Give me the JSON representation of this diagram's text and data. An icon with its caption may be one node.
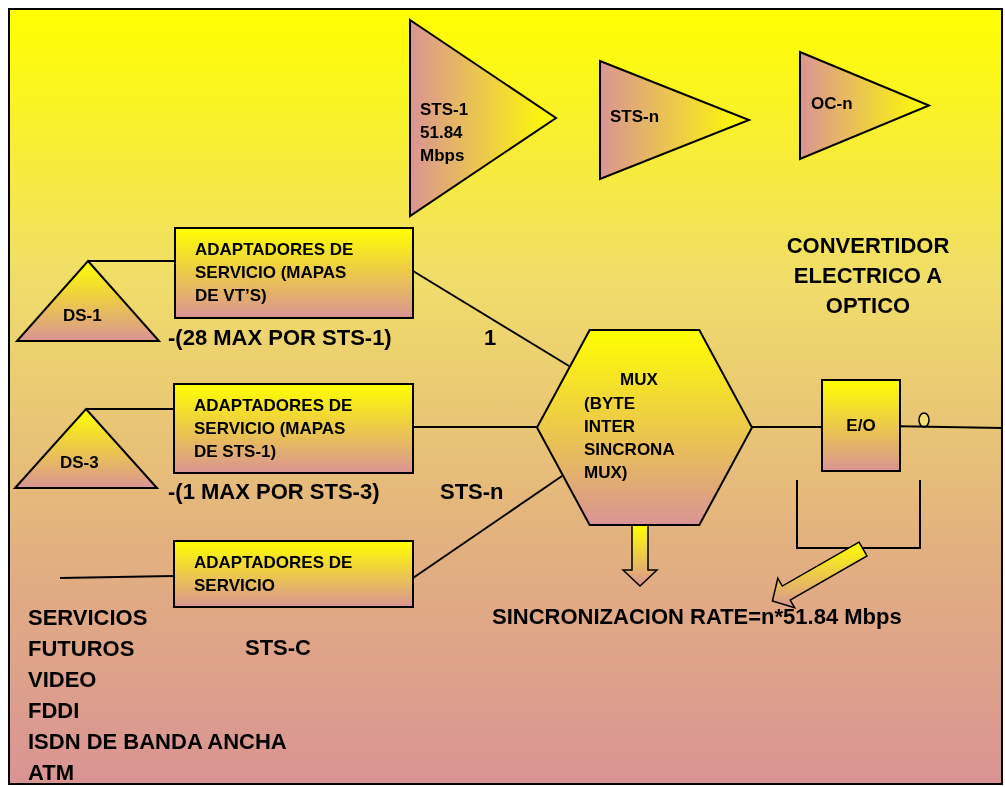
{
  "diagram": {
    "nodes": [
      {
        "text": [
          "STS-1 51.84 Mbps"
        ]
      },
      {
        "text": [
          "STS-n"
        ]
      },
      {
        "text": [
          "OC-n"
        ]
      },
      {
        "text": [
          "DS-1"
        ]
      },
      {
        "text": [
          "ADAPTADORES DE SERVICIO (MAPAS DE VT’S)"
        ]
      },
      {
        "text": [
          "DS-3"
        ]
      },
      {
        "text": [
          "ADAPTADORES DE SERVICIO (MAPAS DE STS-1)"
        ]
      },
      {
        "text": [
          "ADAPTADORES DE SERVICIO"
        ]
      },
      {
        "text": [
          "MUX",
          "(BYTE INTER SINCRONA MUX)"
        ]
      },
      {
        "text": [
          "E/O"
        ]
      },
      {
        "text": [
          "SINCRONIZACION RATE=n*51.84 Mbps"
        ]
      }
    ],
    "edges": [
      {
        "from": 3,
        "to": 4,
        "arrow": "none"
      },
      {
        "from": null,
        "to": 7,
        "arrow": "none"
      },
      {
        "from": 4,
        "to": 8,
        "arrow": "none"
      },
      {
        "from": 6,
        "to": 8,
        "arrow": "none"
      },
      {
        "from": 7,
        "to": 8,
        "arrow": "none"
      },
      {
        "from": 5,
        "to": 6,
        "arrow": "none"
      },
      {
        "from": 8,
        "to": 9,
        "arrow": "none"
      },
      {
        "from": 9,
        "to": null,
        "arrow": "none"
      },
      {
        "from": 8,
        "to": 10,
        "arrow": "to",
        "style": "thick"
      },
      {
        "from": null,
        "to": 10,
        "arrow": "to",
        "style": "thick"
      }
    ],
    "labels": [
      "CONVERTIDOR ELECTRICO A OPTICO",
      "-(28 MAX POR STS-1)",
      "1",
      "-(1 MAX POR STS-3)",
      "STS-n",
      "SERVICIOS FUTUROS",
      "STS-C",
      "VIDEO",
      "FDDI",
      "ISDN DE BANDA ANCHA",
      "ATM"
    ]
  }
}
